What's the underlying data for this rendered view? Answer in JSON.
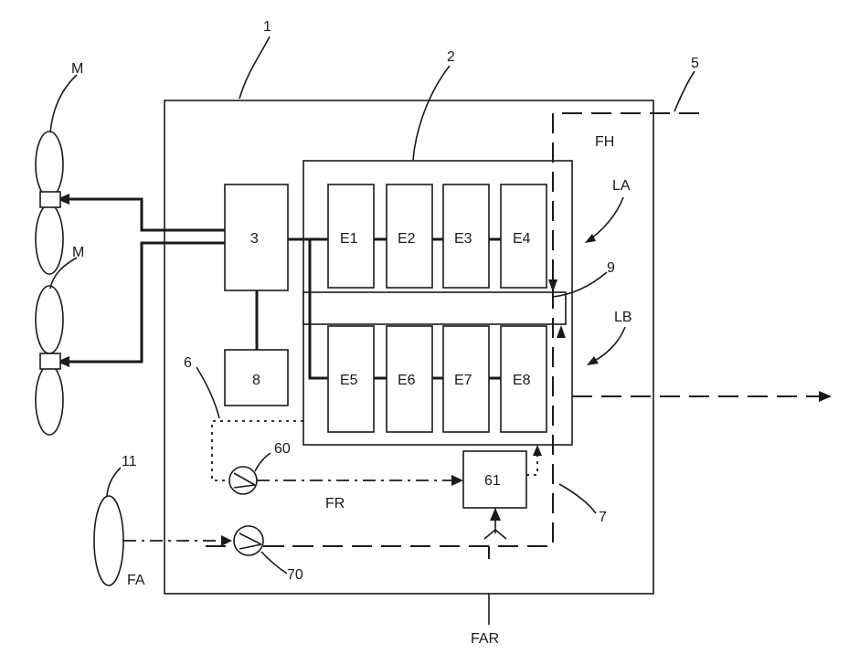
{
  "labels": {
    "system": "1",
    "pack": "2",
    "controller": "3",
    "duct": "5",
    "loop_cool": "6",
    "loop_air": "7",
    "bar": "9",
    "unit8": "8",
    "source": "11",
    "pump60": "60",
    "hx61": "61",
    "fan70": "70",
    "motor_top": "M",
    "motor_bottom": "M",
    "fh": "FH",
    "la": "LA",
    "lb": "LB",
    "fr": "FR",
    "fa": "FA",
    "far": "FAR"
  },
  "cells": {
    "top": [
      "E1",
      "E2",
      "E3",
      "E4"
    ],
    "bottom": [
      "E5",
      "E6",
      "E7",
      "E8"
    ]
  }
}
